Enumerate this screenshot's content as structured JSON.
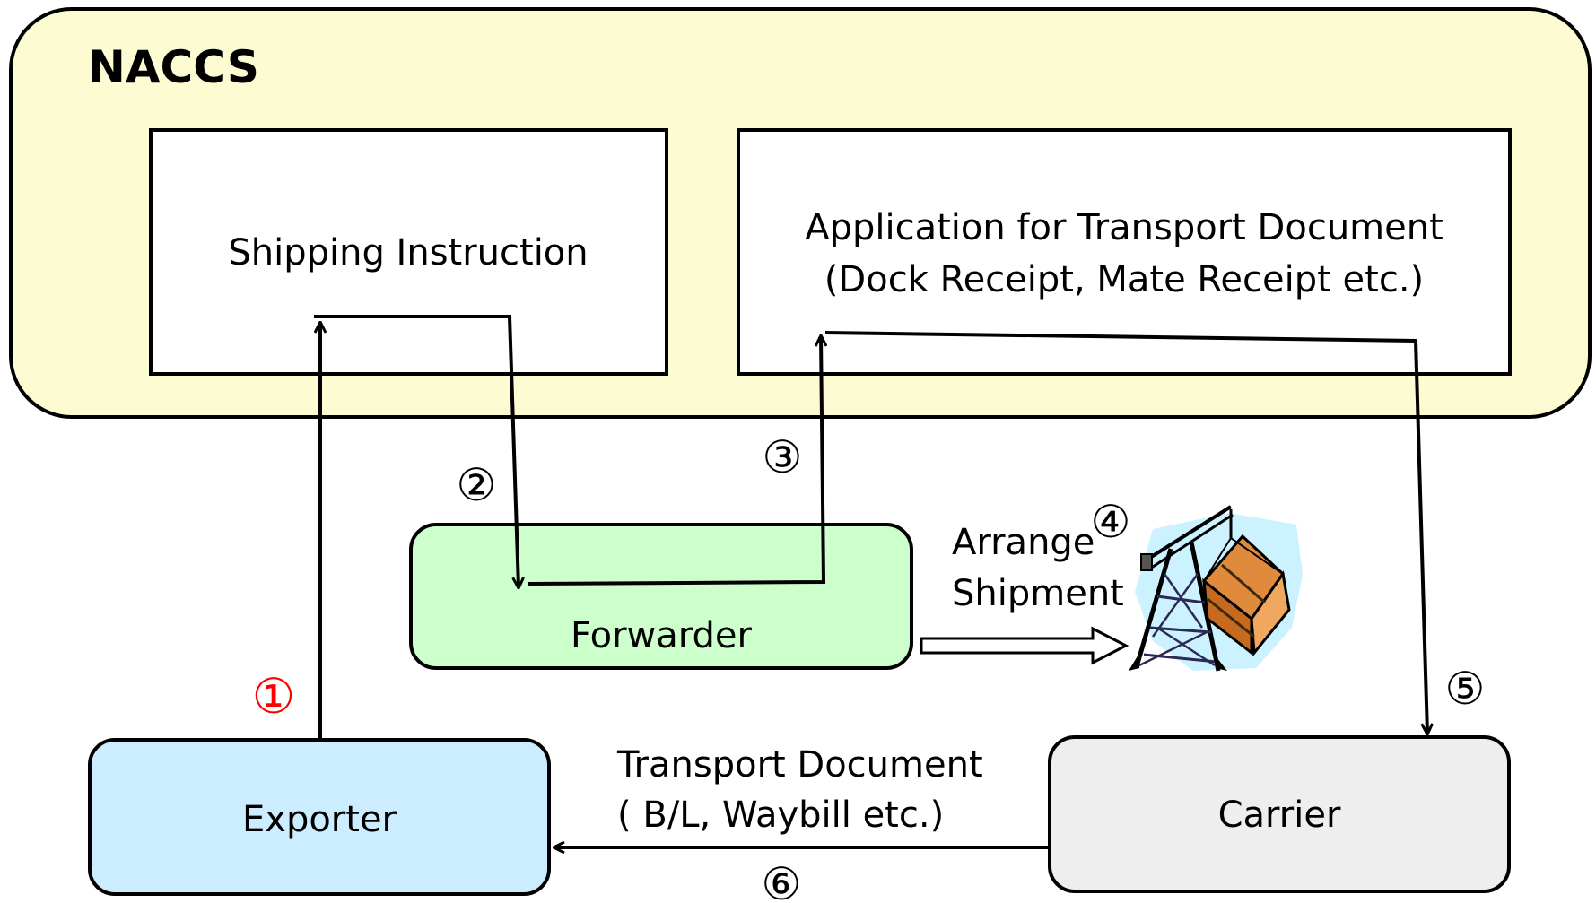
{
  "diagram": {
    "system_title": "NACCS",
    "shipping_instruction": "Shipping Instruction",
    "application": {
      "line1": "Application for Transport Document",
      "line2": "(Dock Receipt, Mate Receipt etc.)"
    },
    "forwarder": "Forwarder",
    "exporter": "Exporter",
    "carrier": "Carrier",
    "arrange": {
      "line1": "Arrange",
      "line2": "Shipment"
    },
    "transport_doc": {
      "line1": "Transport Document",
      "line2": "( B/L, Waybill etc.)"
    },
    "steps": {
      "s1": "①",
      "s2": "②",
      "s3": "③",
      "s4": "④",
      "s5": "⑤",
      "s6": "⑥"
    }
  },
  "colors": {
    "naccs_fill": "#FDFBD2",
    "forwarder_fill": "#CCFFCC",
    "exporter_fill": "#CCECFF",
    "carrier_fill": "#EEEEEE",
    "step1_color": "#FF0000",
    "line_color": "#000000"
  },
  "icons": {
    "crane": "crane-with-cargo-icon"
  }
}
